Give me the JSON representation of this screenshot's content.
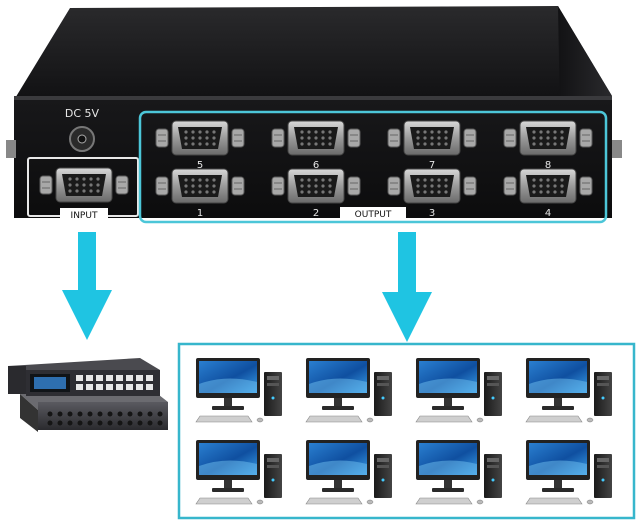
{
  "device": {
    "power_label": "DC 5V",
    "input_label": "INPUT",
    "output_label": "OUTPUT",
    "port_numbers_top": [
      "5",
      "6",
      "7",
      "8"
    ],
    "port_numbers_bottom": [
      "1",
      "2",
      "3",
      "4"
    ]
  },
  "colors": {
    "accent": "#29c4e0",
    "chassis": "#1c1c1e",
    "frame": "#3fb8cc"
  },
  "icons": [
    "arrow-down-icon",
    "matrix-switcher-icon",
    "desktop-computer-icon"
  ],
  "computers_count": 8
}
